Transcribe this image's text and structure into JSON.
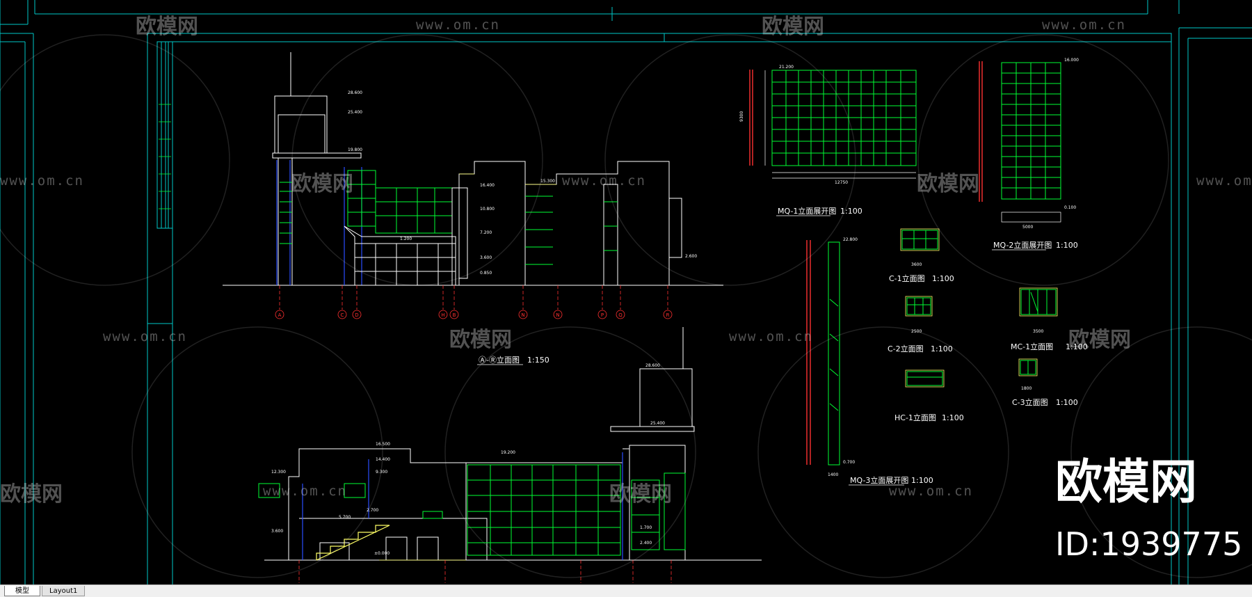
{
  "tabs": [
    {
      "label": "模型",
      "active": true
    },
    {
      "label": "Layout1",
      "active": false
    }
  ],
  "colors": {
    "background": "#000000",
    "frame": "#00c8c8",
    "glazing": "#00ff33",
    "facade": "#ffff66",
    "axis": "#ff3030",
    "column": "#2a4dff",
    "text": "#ffffff"
  },
  "watermark": {
    "brand_cn": "欧模网",
    "url": "www.om.cn"
  },
  "brand": {
    "name": "欧模网",
    "id": "ID:1939775"
  },
  "drawings": {
    "elev_a_r": {
      "title": "Ⓐ-Ⓡ立面图",
      "scale": "1:150",
      "axes": [
        "A",
        "C",
        "D",
        "H",
        "B",
        "N",
        "N",
        "P",
        "Q",
        "R"
      ],
      "levels": [
        "28.600",
        "25.400",
        "19.800",
        "16.400",
        "15.300",
        "10.800",
        "7.200",
        "3.600",
        "0.850",
        "2.600",
        "1.200"
      ]
    },
    "elev_b": {
      "levels": [
        "28.600",
        "25.400",
        "19.200",
        "16.500",
        "14.400",
        "12.300",
        "9.300",
        "5.700",
        "3.600",
        "2.700",
        "1.700",
        "2.400",
        "±0.000"
      ]
    },
    "mq1": {
      "title": "MQ-1立面展开图",
      "scale": "1:100",
      "top": "21.200",
      "width": "12750",
      "height": "9300"
    },
    "mq2": {
      "title": "MQ-2立面展开图",
      "scale": "1:100",
      "top": "16.000",
      "bottom": "0.100",
      "width": "5000"
    },
    "mq3": {
      "title": "MQ-3立面展开图",
      "scale": "1:100",
      "top": "22.800",
      "bottom": "0.700",
      "width": "1400"
    },
    "c1": {
      "title": "C-1立面图",
      "scale": "1:100",
      "width": "3600"
    },
    "c2": {
      "title": "C-2立面图",
      "scale": "1:100",
      "width": "2500"
    },
    "c3": {
      "title": "C-3立面图",
      "scale": "1:100",
      "width": "1800"
    },
    "mc": {
      "title": "MC-1立面图",
      "scale": "1:100",
      "width": "3500"
    },
    "hc1": {
      "title": "HC-1立面图",
      "scale": "1:100"
    }
  }
}
